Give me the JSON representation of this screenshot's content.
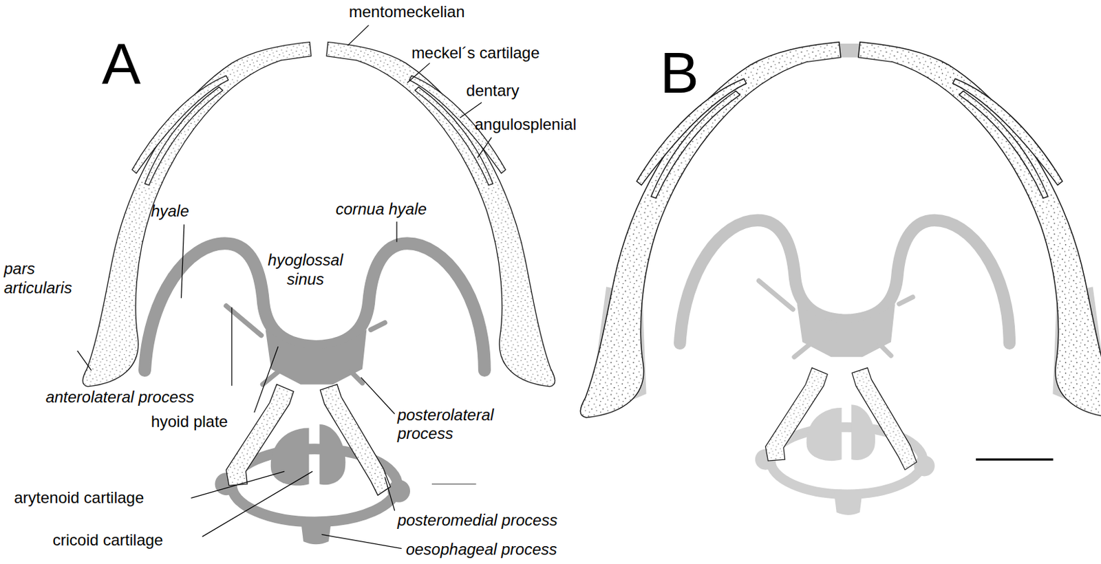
{
  "diagram": {
    "labels": [
      "A",
      "mentomeckelian",
      "meckel´s cartilage",
      "B",
      "dentary",
      "angulosplenial",
      "hyale",
      "cornua hyale",
      "hyoglossal sinus",
      "pars articularis",
      "anterolateral process",
      "hyoid plate",
      "posterolateral process",
      "arytenoid cartilage",
      "posteromedial process",
      "cricoid cartilage",
      "oesophageal process"
    ]
  }
}
